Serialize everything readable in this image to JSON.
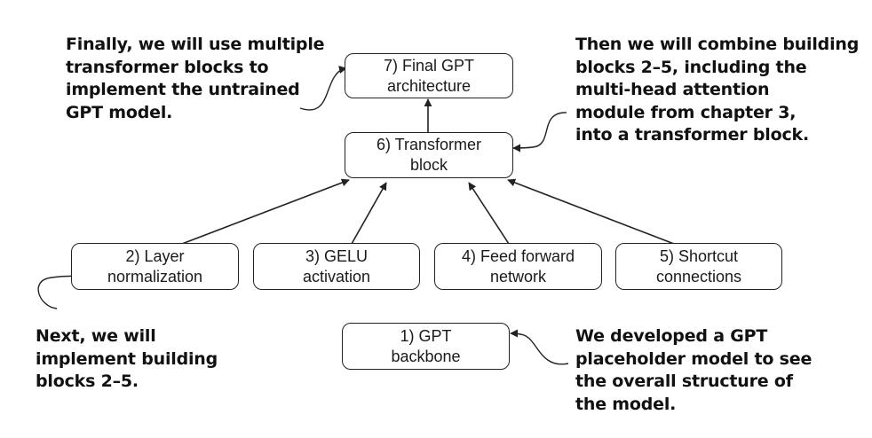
{
  "nodes": {
    "n7": [
      "7) Final GPT",
      "architecture"
    ],
    "n6": [
      "6) Transformer",
      "block"
    ],
    "n2": [
      "2) Layer",
      "normalization"
    ],
    "n3": [
      "3) GELU",
      "activation"
    ],
    "n4": [
      "4) Feed forward",
      "network"
    ],
    "n5": [
      "5) Shortcut",
      "connections"
    ],
    "n1": [
      "1) GPT",
      "backbone"
    ]
  },
  "notes": {
    "top_left": [
      "Finally, we will use multiple",
      "transformer blocks to",
      "implement the untrained",
      "GPT model."
    ],
    "top_right": [
      "Then we will combine building",
      "blocks 2–5, including the",
      "multi-head attention",
      "module from chapter 3,",
      "into a transformer block."
    ],
    "bottom_left": [
      "Next, we will",
      "implement building",
      "blocks 2–5."
    ],
    "bottom_right": [
      "We developed a GPT",
      "placeholder model to see",
      "the overall structure of",
      "the model."
    ]
  }
}
